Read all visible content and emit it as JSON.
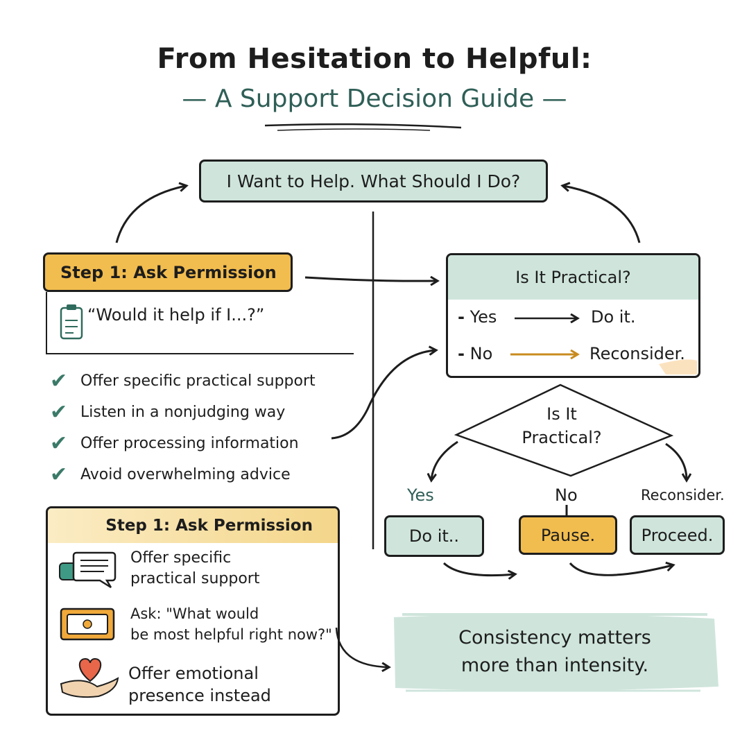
{
  "title": {
    "line1": "From Hesitation to Helpful:",
    "line2": "— A Support Decision Guide —"
  },
  "top_question": "I Want to Help. What Should I Do?",
  "step_box": {
    "header": "Step 1: Ask Permission",
    "quote": "“Would it help if I...?”",
    "icon": "clipboard-icon"
  },
  "checklist": [
    "Offer specific practical support",
    "Listen in a nonjudging way",
    "Offer processing information",
    "Avoid overwhelming advice"
  ],
  "practical_box": {
    "header": "Is It Practical?",
    "rows": [
      {
        "dash": "-",
        "label": "Yes",
        "result": "Do it."
      },
      {
        "dash": "-",
        "label": "No",
        "result": "Reconsider."
      }
    ]
  },
  "diamond": {
    "line1": "Is It",
    "line2": "Practical?"
  },
  "branches": [
    {
      "label": "Yes",
      "box": "Do it.."
    },
    {
      "label": "No",
      "box": "Pause."
    },
    {
      "label": "Reconsider.",
      "box": "Proceed."
    }
  ],
  "bottom_box": {
    "header": "Step 1: Ask Permission",
    "items": [
      {
        "icon": "chat-bubbles-icon",
        "line1": "Offer specific",
        "line2": "practical support"
      },
      {
        "icon": "screen-icon",
        "line1": "Ask: \"What would",
        "line2": "be most helpful right now?\""
      },
      {
        "icon": "heart-hand-icon",
        "line1": "Offer emotional",
        "line2": "presence instead"
      }
    ]
  },
  "banner": {
    "line1": "Consistency matters",
    "line2": "more than intensity."
  },
  "colors": {
    "teal": "#cfe5dc",
    "orange": "#f2bd4f",
    "title_teal": "#2f5f57",
    "check": "#3b7a68",
    "arrow_orange": "#c98b1e"
  }
}
